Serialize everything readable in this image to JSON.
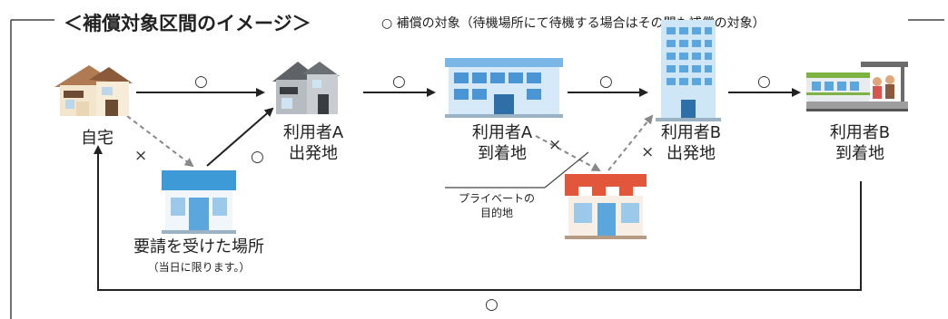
{
  "header": {
    "title": "＜補償対象区間のイメージ＞",
    "legend": "○ 補償の対象（待機場所にて待機する場合はその間も補償の対象）"
  },
  "nodes": {
    "home": "自宅",
    "user_a_departure_line1": "利用者A",
    "user_a_departure_line2": "出発地",
    "user_a_arrival_line1": "利用者A",
    "user_a_arrival_line2": "到着地",
    "user_b_departure_line1": "利用者B",
    "user_b_departure_line2": "出発地",
    "user_b_arrival_line1": "利用者B",
    "user_b_arrival_line2": "到着地",
    "request_place": "要請を受けた場所",
    "request_place_note": "（当日に限ります。）",
    "private_dest_line1": "プライベートの",
    "private_dest_line2": "目的地"
  },
  "marks": {
    "covered": "○",
    "not_covered": "×"
  },
  "colors": {
    "house_beige": "#f3e6cc",
    "house_brown": "#8a5a3a",
    "gray_house": "#9a9ea3",
    "office_blue": "#7ab6e6",
    "shop_blue": "#3e9ad6",
    "shop_red": "#e2573b",
    "train_green": "#7cb342"
  }
}
